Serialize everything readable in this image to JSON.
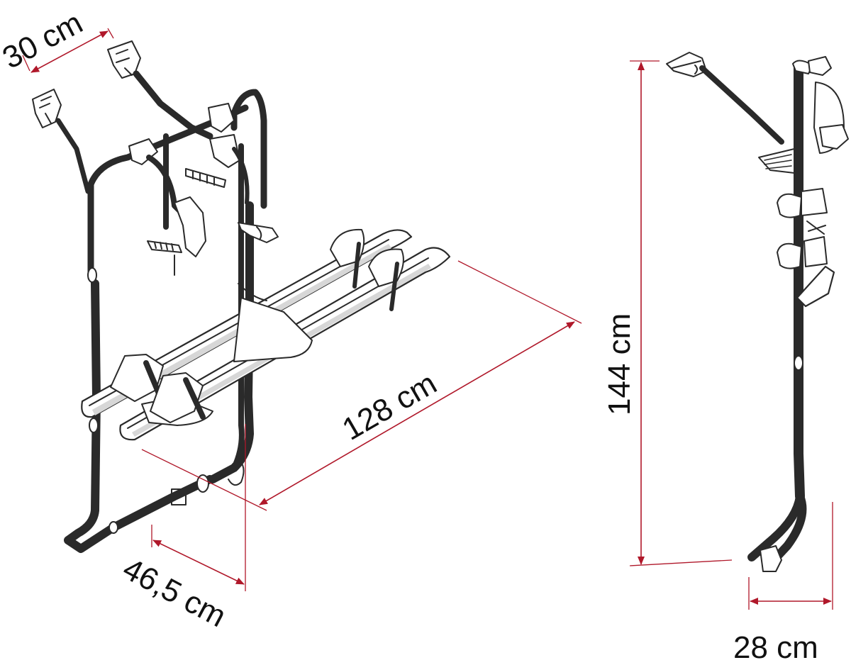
{
  "dimensions": {
    "top_width": "30 cm",
    "rail_length": "128 cm",
    "depth": "46,5 cm",
    "height": "144 cm",
    "side_depth": "28 cm"
  },
  "colors": {
    "dimension_line": "#b0182a",
    "drawing_line": "#2a2a2a"
  }
}
